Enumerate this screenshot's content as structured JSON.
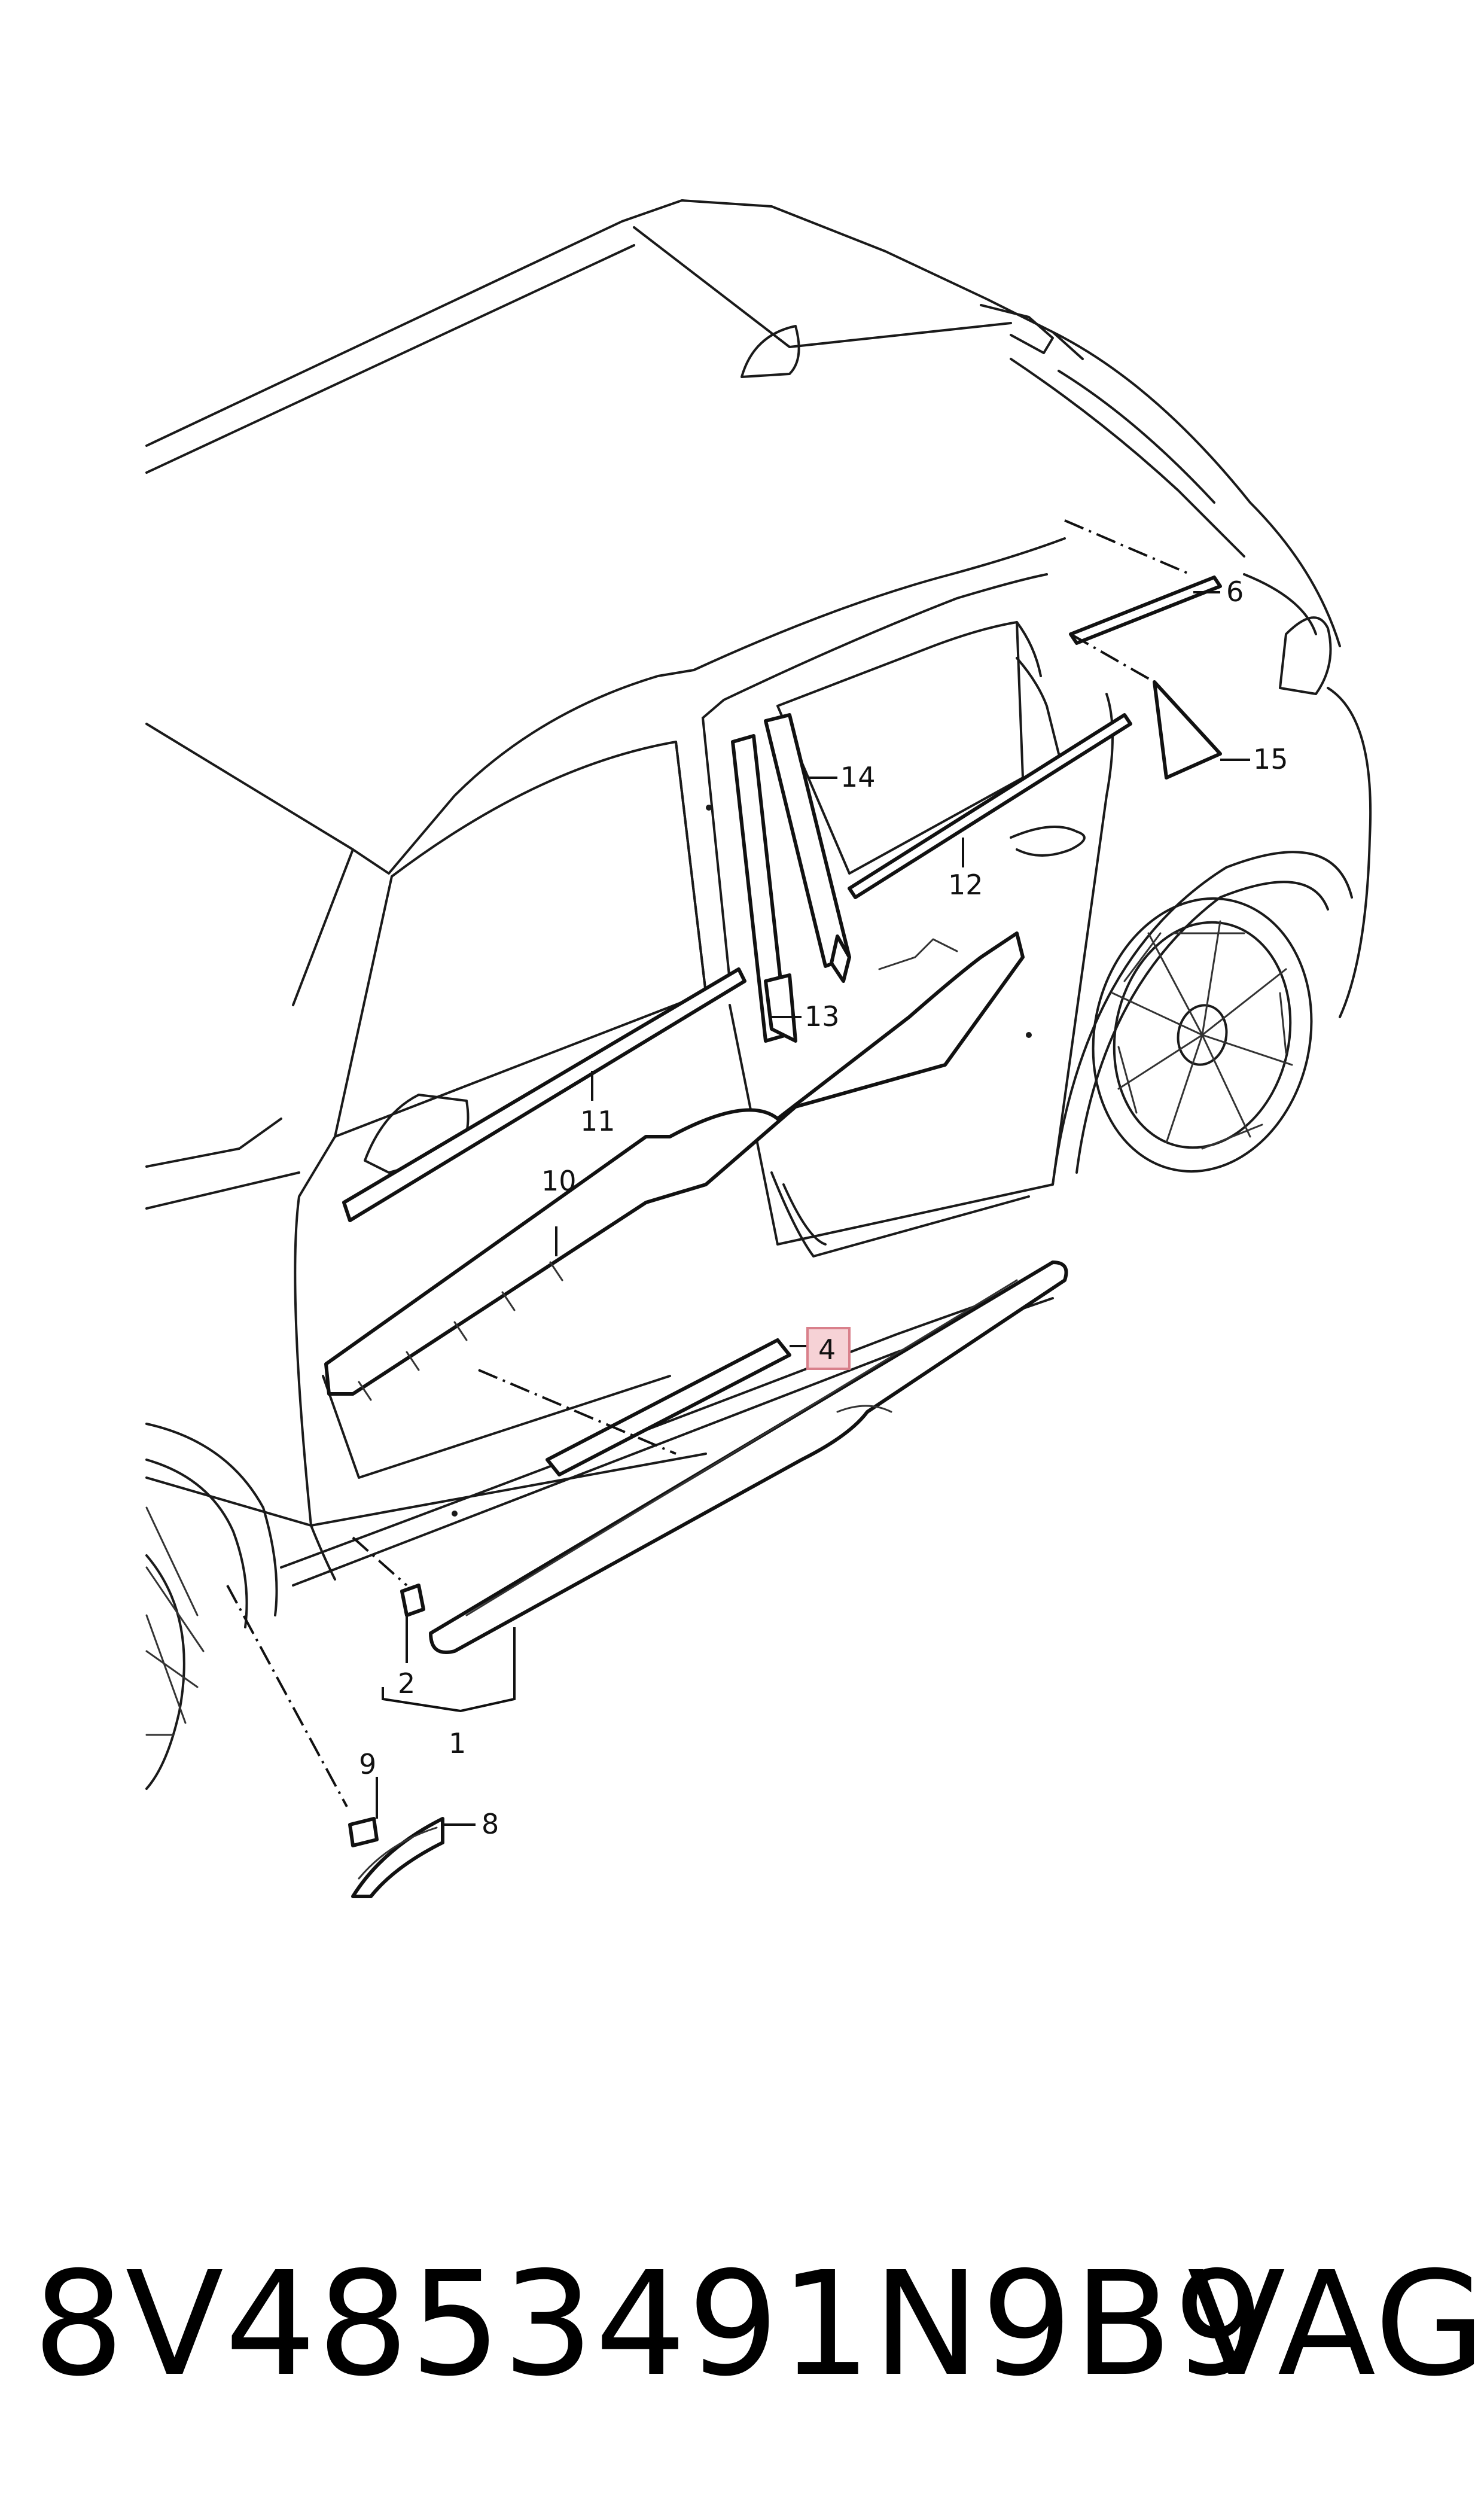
{
  "callouts": [
    {
      "id": "1",
      "label": "1"
    },
    {
      "id": "2",
      "label": "2"
    },
    {
      "id": "4",
      "label": "4",
      "highlighted": true
    },
    {
      "id": "6",
      "label": "6"
    },
    {
      "id": "8",
      "label": "8"
    },
    {
      "id": "9",
      "label": "9"
    },
    {
      "id": "10",
      "label": "10"
    },
    {
      "id": "11",
      "label": "11"
    },
    {
      "id": "12",
      "label": "12"
    },
    {
      "id": "13",
      "label": "13"
    },
    {
      "id": "14",
      "label": "14"
    },
    {
      "id": "15",
      "label": "15"
    }
  ],
  "highlight_color": "#f6d2d6",
  "footer": {
    "part_number": "8V4853491N9B9",
    "brand": "VAG"
  }
}
